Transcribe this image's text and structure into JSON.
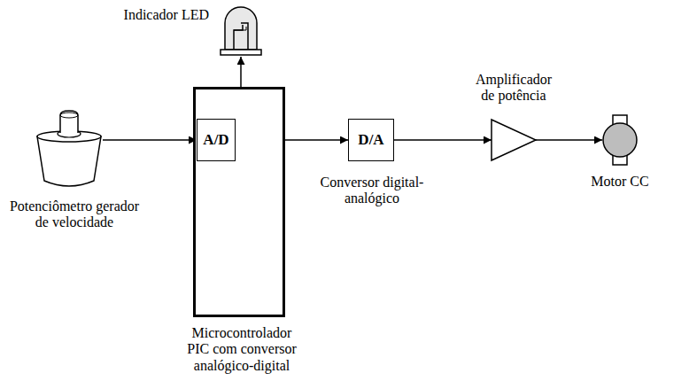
{
  "diagram": {
    "nodes": [
      {
        "text": [
          "Indicador LED"
        ]
      },
      {
        "text": [
          "Potenciômetro gerador de velocidade"
        ]
      },
      {
        "text": [
          "Microcontrolador PIC com conversor analógico-digital"
        ]
      },
      {
        "text": [
          "A/D"
        ],
        "in": 2
      },
      {
        "text": [
          "D/A",
          "Conversor digital-analógico"
        ]
      },
      {
        "text": [
          "Amplificador de potência"
        ]
      },
      {
        "text": [
          "Motor CC"
        ]
      }
    ],
    "edges": [
      {
        "from": 1,
        "to": 3,
        "arrow": "to"
      },
      {
        "from": 2,
        "to": 0,
        "arrow": "to"
      },
      {
        "from": 2,
        "to": 4,
        "arrow": "to"
      },
      {
        "from": 4,
        "to": 5,
        "arrow": "to"
      },
      {
        "from": 5,
        "to": 6,
        "arrow": "to"
      }
    ]
  }
}
